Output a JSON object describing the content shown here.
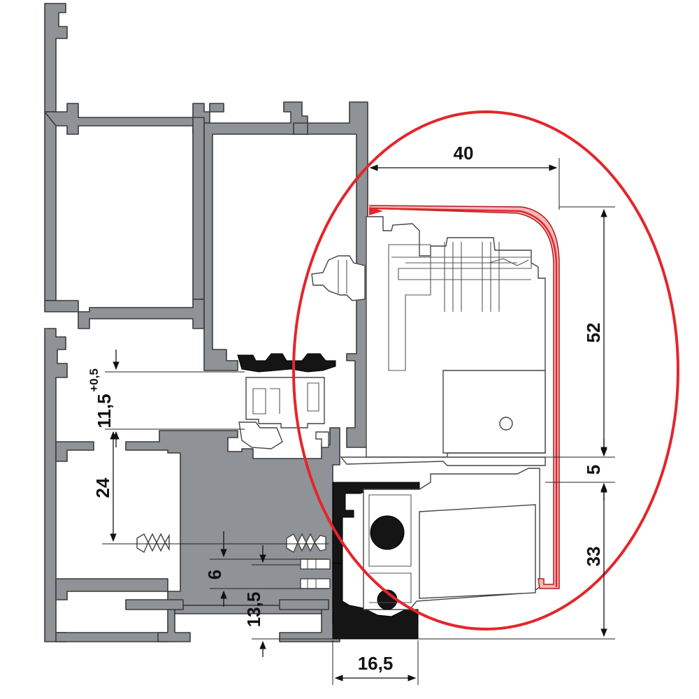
{
  "dimensions": {
    "hood_depth": "40",
    "hood_height": "52",
    "gap_5": "5",
    "lower_33": "33",
    "frame_16_5": "16,5",
    "sash_13_5": "13,5",
    "screw_6": "6",
    "rebate_24": "24",
    "gasket_11_5": "11,5",
    "gasket_tol": "+0,5"
  },
  "colors": {
    "profile": "#8f9397",
    "highlight": "#e3262b",
    "gasket": "#151515"
  }
}
